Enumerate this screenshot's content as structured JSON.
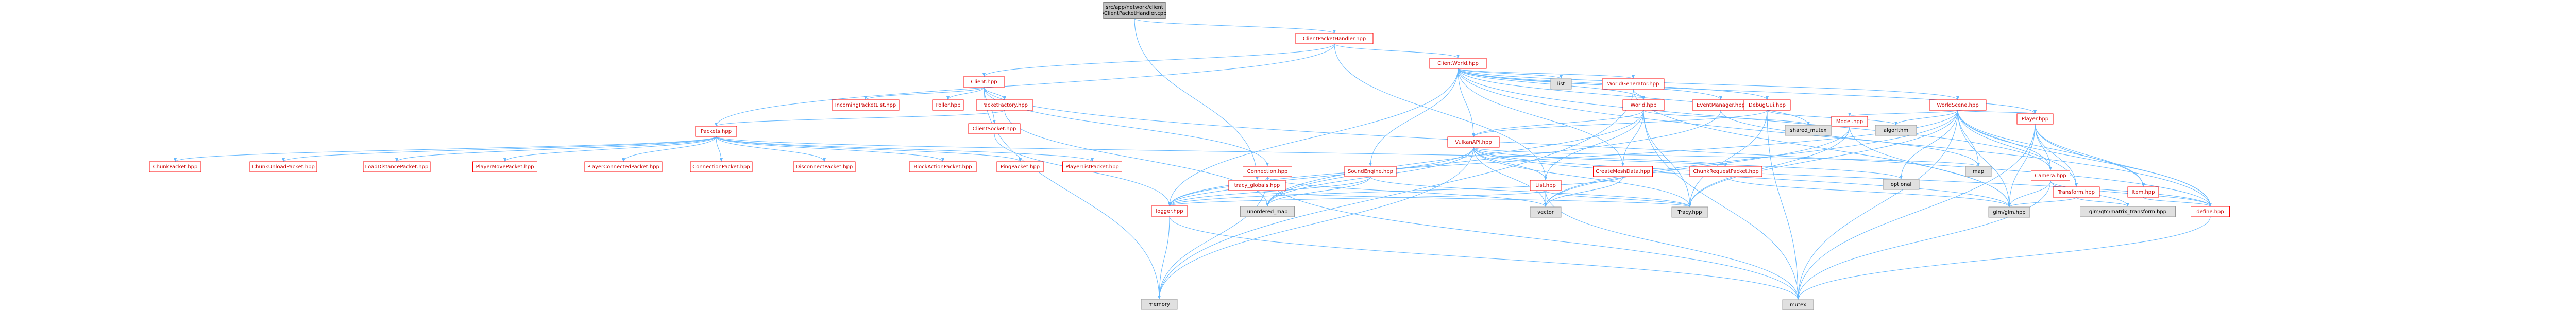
{
  "colors": {
    "root_fill": "#bfbfbf",
    "root_stroke": "#404040",
    "internal_fill": "#ffffff",
    "internal_stroke": "#ff0000",
    "external_fill": "#e0e0e0",
    "external_stroke": "#999999",
    "edge": "#63b8ff",
    "text": "#000000",
    "internal_text": "#cc0000"
  },
  "nodes": {
    "root": {
      "lines": [
        "src/app/network/client",
        "/ClientPacketHandler.cpp"
      ],
      "kind": "root"
    },
    "ClientPacketHandler": {
      "lines": [
        "ClientPacketHandler.hpp"
      ],
      "kind": "internal"
    },
    "ClientWorld": {
      "lines": [
        "ClientWorld.hpp"
      ],
      "kind": "internal"
    },
    "Client": {
      "lines": [
        "Client.hpp"
      ],
      "kind": "internal"
    },
    "list": {
      "lines": [
        "list"
      ],
      "kind": "external"
    },
    "WorldGenerator": {
      "lines": [
        "WorldGenerator.hpp"
      ],
      "kind": "internal"
    },
    "World": {
      "lines": [
        "World.hpp"
      ],
      "kind": "internal"
    },
    "EventManager": {
      "lines": [
        "EventManager.hpp"
      ],
      "kind": "internal"
    },
    "DebugGui": {
      "lines": [
        "DebugGui.hpp"
      ],
      "kind": "internal"
    },
    "WorldScene": {
      "lines": [
        "WorldScene.hpp"
      ],
      "kind": "internal"
    },
    "IncomingPacketList": {
      "lines": [
        "IncomingPacketList.hpp"
      ],
      "kind": "internal"
    },
    "Poller": {
      "lines": [
        "Poller.hpp"
      ],
      "kind": "internal"
    },
    "PacketFactory": {
      "lines": [
        "PacketFactory.hpp"
      ],
      "kind": "internal"
    },
    "ClientSocket": {
      "lines": [
        "ClientSocket.hpp"
      ],
      "kind": "internal"
    },
    "Packets": {
      "lines": [
        "Packets.hpp"
      ],
      "kind": "internal"
    },
    "ChunkPacket": {
      "lines": [
        "ChunkPacket.hpp"
      ],
      "kind": "internal"
    },
    "ChunkUnloadPacket": {
      "lines": [
        "ChunkUnloadPacket.hpp"
      ],
      "kind": "internal"
    },
    "LoadDistancePacket": {
      "lines": [
        "LoadDistancePacket.hpp"
      ],
      "kind": "internal"
    },
    "PlayerMovePacket": {
      "lines": [
        "PlayerMovePacket.hpp"
      ],
      "kind": "internal"
    },
    "PlayerConnectedPacket": {
      "lines": [
        "PlayerConnectedPacket.hpp"
      ],
      "kind": "internal"
    },
    "ConnectionPacket": {
      "lines": [
        "ConnectionPacket.hpp"
      ],
      "kind": "internal"
    },
    "DisconnectPacket": {
      "lines": [
        "DisconnectPacket.hpp"
      ],
      "kind": "internal"
    },
    "BlockActionPacket": {
      "lines": [
        "BlockActionPacket.hpp"
      ],
      "kind": "internal"
    },
    "PingPacket": {
      "lines": [
        "PingPacket.hpp"
      ],
      "kind": "internal"
    },
    "PlayerListPacket": {
      "lines": [
        "PlayerListPacket.hpp"
      ],
      "kind": "internal"
    },
    "VulkanAPI": {
      "lines": [
        "VulkanAPI.hpp"
      ],
      "kind": "internal"
    },
    "SoundEngine": {
      "lines": [
        "SoundEngine.hpp"
      ],
      "kind": "internal"
    },
    "Connection": {
      "lines": [
        "Connection.hpp"
      ],
      "kind": "internal"
    },
    "tracy_globals": {
      "lines": [
        "tracy_globals.hpp"
      ],
      "kind": "internal"
    },
    "CreateMeshData": {
      "lines": [
        "CreateMeshData.hpp"
      ],
      "kind": "internal"
    },
    "ChunkRequestPacket": {
      "lines": [
        "ChunkRequestPacket.hpp"
      ],
      "kind": "internal"
    },
    "ListHpp": {
      "lines": [
        "List.hpp"
      ],
      "kind": "internal"
    },
    "Model": {
      "lines": [
        "Model.hpp"
      ],
      "kind": "internal"
    },
    "Player": {
      "lines": [
        "Player.hpp"
      ],
      "kind": "internal"
    },
    "Camera": {
      "lines": [
        "Camera.hpp"
      ],
      "kind": "internal"
    },
    "Transform": {
      "lines": [
        "Transform.hpp"
      ],
      "kind": "internal"
    },
    "Item": {
      "lines": [
        "Item.hpp"
      ],
      "kind": "internal"
    },
    "shared_mutex": {
      "lines": [
        "shared_mutex"
      ],
      "kind": "external"
    },
    "algorithm": {
      "lines": [
        "algorithm"
      ],
      "kind": "external"
    },
    "map": {
      "lines": [
        "map"
      ],
      "kind": "external"
    },
    "optional": {
      "lines": [
        "optional"
      ],
      "kind": "external"
    },
    "logger": {
      "lines": [
        "logger.hpp"
      ],
      "kind": "internal"
    },
    "unordered_map": {
      "lines": [
        "unordered_map"
      ],
      "kind": "external"
    },
    "vector": {
      "lines": [
        "vector"
      ],
      "kind": "external"
    },
    "Tracy": {
      "lines": [
        "Tracy.hpp"
      ],
      "kind": "external"
    },
    "glm": {
      "lines": [
        "glm/glm.hpp"
      ],
      "kind": "external"
    },
    "glm_mt": {
      "lines": [
        "glm/gtc/matrix_transform.hpp"
      ],
      "kind": "external"
    },
    "define": {
      "lines": [
        "define.hpp"
      ],
      "kind": "internal"
    },
    "memory": {
      "lines": [
        "memory"
      ],
      "kind": "external"
    },
    "mutex": {
      "lines": [
        "mutex"
      ],
      "kind": "external"
    }
  },
  "edges": [
    [
      "root",
      "ClientPacketHandler"
    ],
    [
      "root",
      "tracy_globals"
    ],
    [
      "ClientPacketHandler",
      "ClientWorld"
    ],
    [
      "ClientPacketHandler",
      "Client"
    ],
    [
      "ClientPacketHandler",
      "Packets"
    ],
    [
      "ClientPacketHandler",
      "ListHpp"
    ],
    [
      "ClientWorld",
      "list"
    ],
    [
      "ClientWorld",
      "WorldGenerator"
    ],
    [
      "ClientWorld",
      "World"
    ],
    [
      "ClientWorld",
      "EventManager"
    ],
    [
      "ClientWorld",
      "DebugGui"
    ],
    [
      "ClientWorld",
      "WorldScene"
    ],
    [
      "ClientWorld",
      "Player"
    ],
    [
      "ClientWorld",
      "VulkanAPI"
    ],
    [
      "ClientWorld",
      "SoundEngine"
    ],
    [
      "ClientWorld",
      "CreateMeshData"
    ],
    [
      "ClientWorld",
      "shared_mutex"
    ],
    [
      "ClientWorld",
      "logger"
    ],
    [
      "ClientWorld",
      "define"
    ],
    [
      "ClientWorld",
      "Camera"
    ],
    [
      "Client",
      "IncomingPacketList"
    ],
    [
      "Client",
      "Poller"
    ],
    [
      "Client",
      "PacketFactory"
    ],
    [
      "Client",
      "ClientSocket"
    ],
    [
      "Client",
      "Connection"
    ],
    [
      "Client",
      "memory"
    ],
    [
      "Client",
      "define"
    ],
    [
      "PacketFactory",
      "Packets"
    ],
    [
      "PacketFactory",
      "unordered_map"
    ],
    [
      "ClientSocket",
      "logger"
    ],
    [
      "Packets",
      "ChunkPacket"
    ],
    [
      "Packets",
      "ChunkUnloadPacket"
    ],
    [
      "Packets",
      "LoadDistancePacket"
    ],
    [
      "Packets",
      "PlayerMovePacket"
    ],
    [
      "Packets",
      "PlayerConnectedPacket"
    ],
    [
      "Packets",
      "ConnectionPacket"
    ],
    [
      "Packets",
      "DisconnectPacket"
    ],
    [
      "Packets",
      "BlockActionPacket"
    ],
    [
      "Packets",
      "PingPacket"
    ],
    [
      "Packets",
      "PlayerListPacket"
    ],
    [
      "Packets",
      "ChunkRequestPacket"
    ],
    [
      "WorldGenerator",
      "World"
    ],
    [
      "WorldGenerator",
      "glm"
    ],
    [
      "WorldGenerator",
      "memory"
    ],
    [
      "World",
      "VulkanAPI"
    ],
    [
      "World",
      "CreateMeshData"
    ],
    [
      "World",
      "ListHpp"
    ],
    [
      "World",
      "unordered_map"
    ],
    [
      "World",
      "Tracy"
    ],
    [
      "World",
      "mutex"
    ],
    [
      "World",
      "shared_mutex"
    ],
    [
      "EventManager",
      "unordered_map"
    ],
    [
      "EventManager",
      "map"
    ],
    [
      "DebugGui",
      "VulkanAPI"
    ],
    [
      "DebugGui",
      "Tracy"
    ],
    [
      "DebugGui",
      "algorithm"
    ],
    [
      "DebugGui",
      "mutex"
    ],
    [
      "WorldScene",
      "Model"
    ],
    [
      "WorldScene",
      "Player"
    ],
    [
      "WorldScene",
      "Camera"
    ],
    [
      "WorldScene",
      "Transform"
    ],
    [
      "WorldScene",
      "Item"
    ],
    [
      "WorldScene",
      "Tracy"
    ],
    [
      "WorldScene",
      "optional"
    ],
    [
      "WorldScene",
      "map"
    ],
    [
      "WorldScene",
      "algorithm"
    ],
    [
      "WorldScene",
      "vector"
    ],
    [
      "WorldScene",
      "glm"
    ],
    [
      "WorldScene",
      "define"
    ],
    [
      "WorldScene",
      "mutex"
    ],
    [
      "WorldScene",
      "logger"
    ],
    [
      "VulkanAPI",
      "ListHpp"
    ],
    [
      "VulkanAPI",
      "logger"
    ],
    [
      "VulkanAPI",
      "unordered_map"
    ],
    [
      "VulkanAPI",
      "vector"
    ],
    [
      "VulkanAPI",
      "Tracy"
    ],
    [
      "VulkanAPI",
      "memory"
    ],
    [
      "VulkanAPI",
      "glm"
    ],
    [
      "VulkanAPI",
      "map"
    ],
    [
      "VulkanAPI",
      "optional"
    ],
    [
      "VulkanAPI",
      "define"
    ],
    [
      "SoundEngine",
      "logger"
    ],
    [
      "SoundEngine",
      "unordered_map"
    ],
    [
      "SoundEngine",
      "Tracy"
    ],
    [
      "Connection",
      "logger"
    ],
    [
      "Connection",
      "memory"
    ],
    [
      "Connection",
      "mutex"
    ],
    [
      "Connection",
      "vector"
    ],
    [
      "tracy_globals",
      "Tracy"
    ],
    [
      "CreateMeshData",
      "vector"
    ],
    [
      "CreateMeshData",
      "logger"
    ],
    [
      "ChunkRequestPacket",
      "glm"
    ],
    [
      "ListHpp",
      "vector"
    ],
    [
      "ListHpp",
      "mutex"
    ],
    [
      "ListHpp",
      "Tracy"
    ],
    [
      "ListHpp",
      "logger"
    ],
    [
      "Model",
      "glm"
    ],
    [
      "Model",
      "Tracy"
    ],
    [
      "Model",
      "vector"
    ],
    [
      "Player",
      "Camera"
    ],
    [
      "Player",
      "Transform"
    ],
    [
      "Player",
      "Item"
    ],
    [
      "Player",
      "glm"
    ],
    [
      "Player",
      "define"
    ],
    [
      "Player",
      "mutex"
    ],
    [
      "Camera",
      "glm"
    ],
    [
      "Camera",
      "glm_mt"
    ],
    [
      "Camera",
      "define"
    ],
    [
      "Camera",
      "mutex"
    ],
    [
      "Transform",
      "glm"
    ],
    [
      "Transform",
      "glm_mt"
    ],
    [
      "Item",
      "define"
    ],
    [
      "define",
      "mutex"
    ],
    [
      "logger",
      "memory"
    ],
    [
      "logger",
      "mutex"
    ]
  ]
}
